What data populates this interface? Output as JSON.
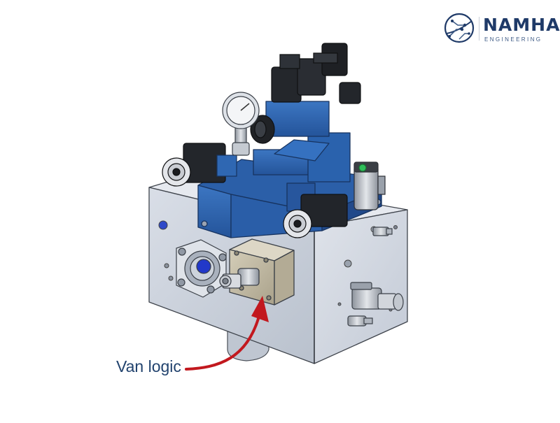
{
  "logo": {
    "name": "NAMHAI",
    "subtitle": "ENGINEERING",
    "colors": {
      "primary": "#1f3a68",
      "secondary": "#3d5a85"
    }
  },
  "callout": {
    "label": "Van logic",
    "arrow_color": "#c2181e"
  },
  "colors": {
    "manifold": "#c9d0dc",
    "valve_body": "#2f67b2",
    "coil": "#1d1f24",
    "logic_cover": "#c7c0ab"
  }
}
